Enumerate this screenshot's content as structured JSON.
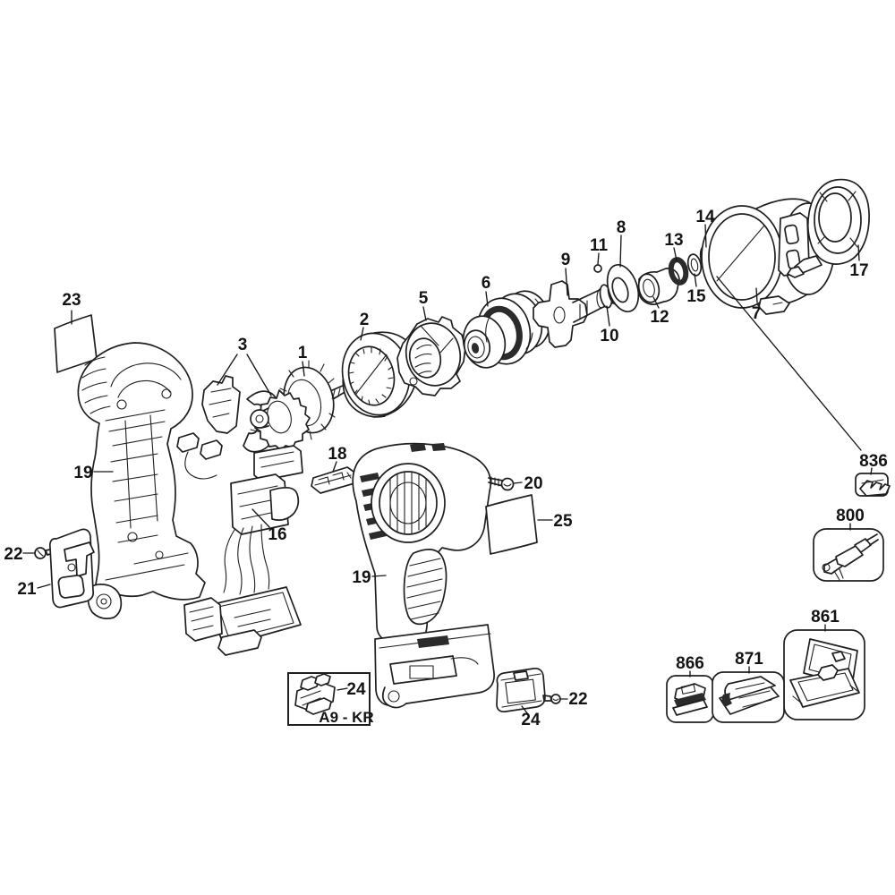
{
  "page": {
    "background": "#ffffff",
    "ink_color": "#1f1f1f",
    "accent_dark": "#2b2b2b"
  },
  "diagram": {
    "kind": "exploded-parts-diagram",
    "labels": {
      "part23": "23",
      "part3": "3",
      "part1": "1",
      "part2": "2",
      "part5": "5",
      "part6": "6",
      "part9": "9",
      "part11": "11",
      "part8": "8",
      "part10": "10",
      "part12": "12",
      "part13": "13",
      "part15": "15",
      "part14": "14",
      "part7": "7",
      "part17": "17",
      "part19_left": "19",
      "part22_left": "22",
      "part21": "21",
      "part16": "16",
      "part18": "18",
      "part20": "20",
      "part25": "25",
      "part19_right": "19",
      "part24_inset": "24",
      "inset_code": "A9 - KR",
      "part24_cover": "24",
      "part22_right": "22",
      "part836": "836",
      "part800": "800",
      "part861": "861",
      "part866": "866",
      "part871": "871"
    }
  }
}
